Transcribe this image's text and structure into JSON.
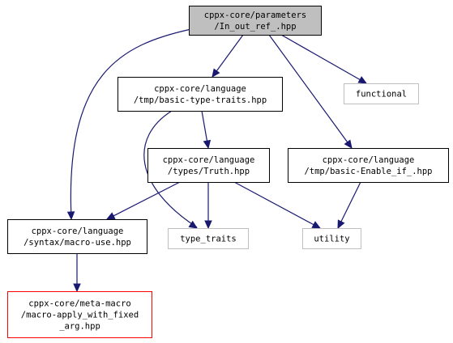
{
  "colors": {
    "edge": "#191970",
    "node_border_default": "#000000",
    "node_border_external": "#bfbfbf",
    "node_border_missing": "#ff0000",
    "node_fill_root": "#bfbfbf",
    "node_fill_default": "#ffffff"
  },
  "nodes": [
    {
      "id": "root",
      "lines": [
        "cppx-core/parameters",
        "/In_out_ref_.hpp"
      ],
      "kind": "root"
    },
    {
      "id": "basic_type_traits",
      "lines": [
        "cppx-core/language",
        "/tmp/basic-type-traits.hpp"
      ],
      "kind": "default"
    },
    {
      "id": "functional",
      "lines": [
        "functional"
      ],
      "kind": "external"
    },
    {
      "id": "truth",
      "lines": [
        "cppx-core/language",
        "/types/Truth.hpp"
      ],
      "kind": "default"
    },
    {
      "id": "enable_if",
      "lines": [
        "cppx-core/language",
        "/tmp/basic-Enable_if_.hpp"
      ],
      "kind": "default"
    },
    {
      "id": "macro_use",
      "lines": [
        "cppx-core/language",
        "/syntax/macro-use.hpp"
      ],
      "kind": "default"
    },
    {
      "id": "type_traits",
      "lines": [
        "type_traits"
      ],
      "kind": "external"
    },
    {
      "id": "utility",
      "lines": [
        "utility"
      ],
      "kind": "external"
    },
    {
      "id": "macro_apply",
      "lines": [
        "cppx-core/meta-macro",
        "/macro-apply_with_fixed",
        "_arg.hpp"
      ],
      "kind": "missing"
    }
  ],
  "edges": [
    {
      "from": "root",
      "to": "macro_use"
    },
    {
      "from": "root",
      "to": "basic_type_traits"
    },
    {
      "from": "root",
      "to": "functional"
    },
    {
      "from": "root",
      "to": "enable_if"
    },
    {
      "from": "basic_type_traits",
      "to": "truth"
    },
    {
      "from": "basic_type_traits",
      "to": "type_traits"
    },
    {
      "from": "truth",
      "to": "macro_use"
    },
    {
      "from": "truth",
      "to": "type_traits"
    },
    {
      "from": "truth",
      "to": "utility"
    },
    {
      "from": "enable_if",
      "to": "utility"
    },
    {
      "from": "macro_use",
      "to": "macro_apply"
    }
  ]
}
